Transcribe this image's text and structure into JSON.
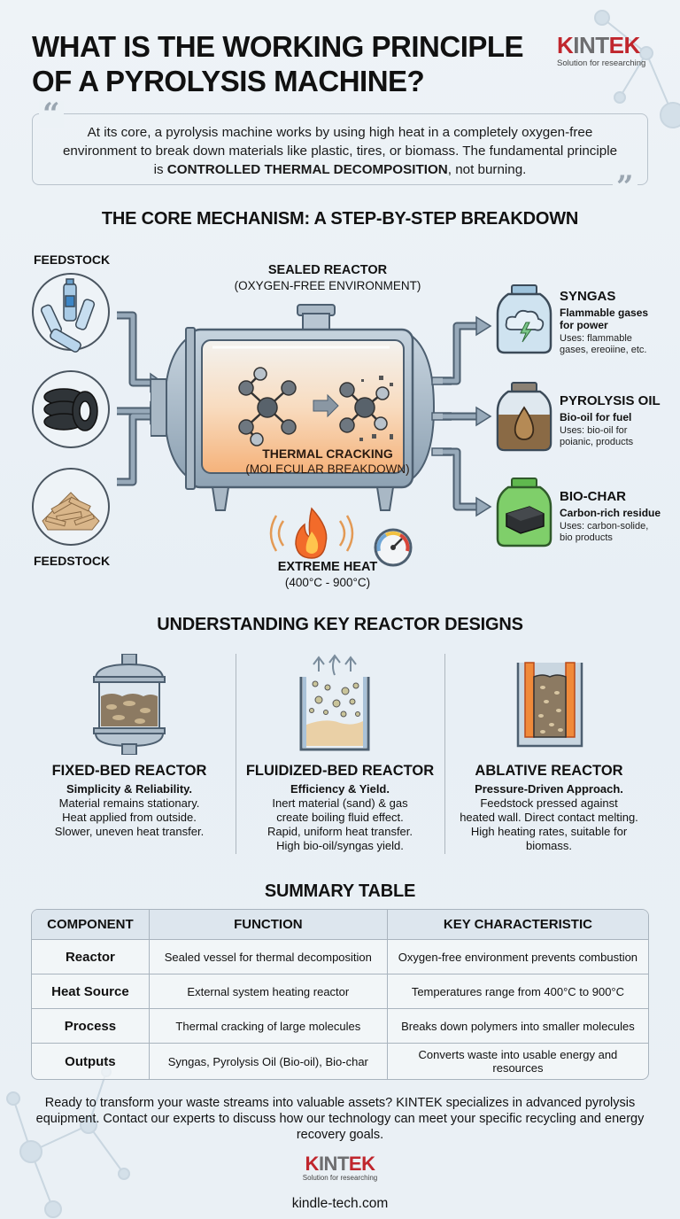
{
  "header": {
    "title_line1": "WHAT IS THE WORKING PRINCIPLE",
    "title_line2": "OF A PYROLYSIS MACHINE?",
    "logo": {
      "brand_k": "K",
      "brand_int": "INT",
      "brand_ek": "EK",
      "tagline": "Solution for researching"
    }
  },
  "intro": {
    "text_before": "At its core, a pyrolysis machine works by using high heat in a completely oxygen-free environment to break down materials like plastic, tires, or biomass. The fundamental principle is ",
    "emphasis": "CONTROLLED THERMAL DECOMPOSITION",
    "text_after": ", not burning.",
    "open_quote": "“",
    "close_quote": "”"
  },
  "mechanism": {
    "heading": "THE CORE MECHANISM: A STEP-BY-STEP BREAKDOWN",
    "feedstock_label_top": "FEEDSTOCK",
    "feedstock_label_bottom": "FEEDSTOCK",
    "feedstock_items": [
      "plastic-bottles",
      "tires",
      "wood-chips"
    ],
    "reactor_title": "SEALED REACTOR",
    "reactor_subtitle": "(OXYGEN-FREE ENVIRONMENT)",
    "process_title": "THERMAL CRACKING",
    "process_subtitle": "(MOLECULAR BREAKDOWN)",
    "heat_title": "EXTREME HEAT",
    "heat_range": "(400°C - 900°C)",
    "outputs": [
      {
        "title": "SYNGAS",
        "subtitle1": "Flammable gases",
        "subtitle2": "for power",
        "uses1": "Uses: flammable",
        "uses2": "gases, ereoiine, etc.",
        "color": "#cfe3f0"
      },
      {
        "title": "PYROLYSIS OIL",
        "subtitle1": "Bio-oil for fuel",
        "subtitle2": "",
        "uses1": "Uses: bio-oil for",
        "uses2": "poianic, products",
        "color": "#8a6a45"
      },
      {
        "title": "BIO-CHAR",
        "subtitle1": "Carbon-rich residue",
        "subtitle2": "",
        "uses1": "Uses: carbon-solide,",
        "uses2": "bio products",
        "color": "#7fcf6a"
      }
    ]
  },
  "designs": {
    "heading": "UNDERSTANDING KEY REACTOR DESIGNS",
    "items": [
      {
        "title": "FIXED-BED REACTOR",
        "subtitle": "Simplicity & Reliability.",
        "lines": [
          "Material remains stationary.",
          "Heat applied from outside.",
          "Slower, uneven heat transfer."
        ]
      },
      {
        "title": "FLUIDIZED-BED REACTOR",
        "subtitle": "Efficiency & Yield.",
        "lines": [
          "Inert material (sand) & gas",
          "create boiling fluid effect.",
          "Rapid, uniform heat transfer.",
          "High bio-oil/syngas yield."
        ]
      },
      {
        "title": "ABLATIVE REACTOR",
        "subtitle": "Pressure-Driven Approach.",
        "lines": [
          "Feedstock pressed against",
          "heated wall. Direct contact melting.",
          "High heating rates, suitable for",
          "biomass."
        ]
      }
    ]
  },
  "summary": {
    "heading": "SUMMARY TABLE",
    "columns": [
      "COMPONENT",
      "FUNCTION",
      "KEY CHARACTERISTIC"
    ],
    "rows": [
      [
        "Reactor",
        "Sealed vessel for thermal decomposition",
        "Oxygen-free environment prevents combustion"
      ],
      [
        "Heat Source",
        "External system heating reactor",
        "Temperatures range from 400°C to 900°C"
      ],
      [
        "Process",
        "Thermal cracking of large molecules",
        "Breaks down polymers into smaller molecules"
      ],
      [
        "Outputs",
        "Syngas, Pyrolysis Oil (Bio-oil), Bio-char",
        "Converts waste into usable energy and resources"
      ]
    ]
  },
  "footer": {
    "cta": "Ready to transform your waste streams into valuable assets? KINTEK specializes in advanced pyrolysis equipment. Contact our experts to discuss how our technology can meet your specific recycling and energy recovery goals.",
    "logo": {
      "brand_k": "K",
      "brand_int": "INT",
      "brand_ek": "EK",
      "tagline": "Solution for researching"
    },
    "url": "kindle-tech.com"
  },
  "colors": {
    "brand_red": "#c0262d",
    "brand_gray": "#6e6e70",
    "steel": "#8ea2b3",
    "heat_orange": "#f5b27a"
  }
}
